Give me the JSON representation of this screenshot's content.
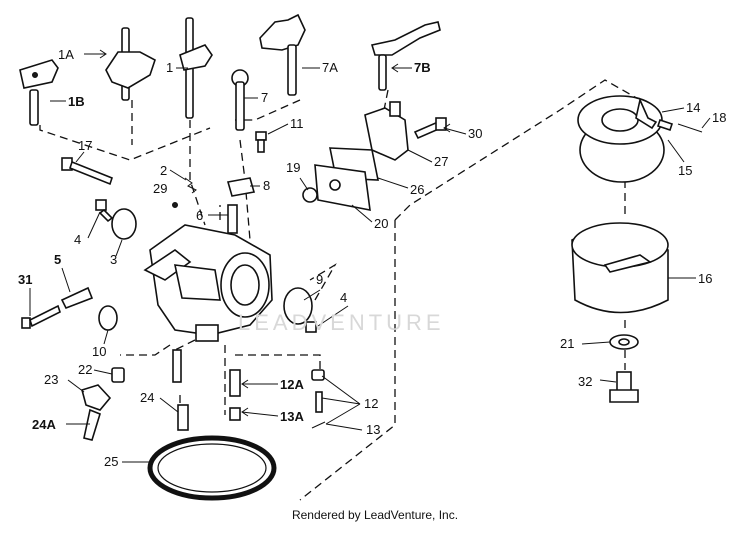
{
  "diagram": {
    "labels": {
      "p1A": "1A",
      "p1B": "1B",
      "p1": "1",
      "p7A": "7A",
      "p7B": "7B",
      "p7": "7",
      "p11": "11",
      "p30": "30",
      "p14": "14",
      "p18": "18",
      "p15": "15",
      "p17": "17",
      "p2": "2",
      "p29": "29",
      "p8": "8",
      "p19": "19",
      "p27": "27",
      "p26": "26",
      "p20": "20",
      "p4a": "4",
      "p6": "6",
      "p3": "3",
      "p31": "31",
      "p5": "5",
      "p9": "9",
      "p4b": "4",
      "p10": "10",
      "p22": "22",
      "p23": "23",
      "p24": "24",
      "p24A": "24A",
      "p12A": "12A",
      "p13A": "13A",
      "p12": "12",
      "p13": "13",
      "p25": "25",
      "p16": "16",
      "p21": "21",
      "p32": "32"
    }
  },
  "watermark": "LEADVENTURE",
  "footer": "Rendered by LeadVenture, Inc."
}
